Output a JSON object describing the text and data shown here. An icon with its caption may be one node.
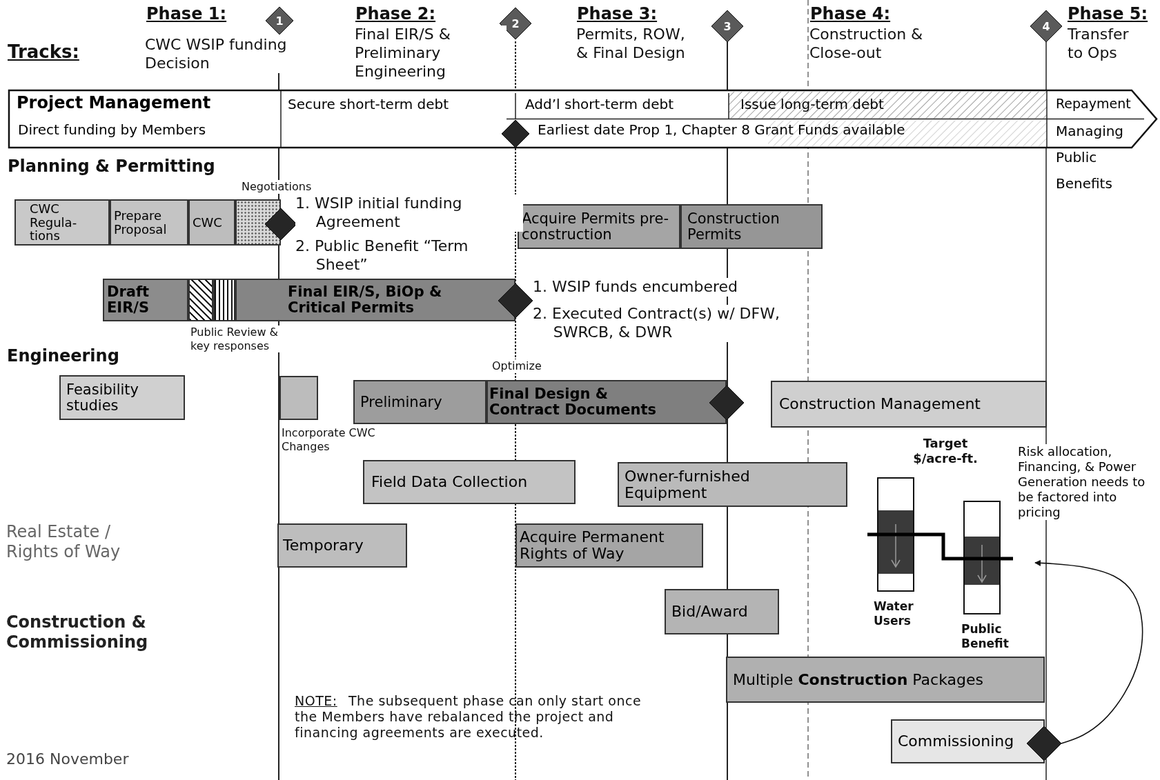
{
  "diagram": {
    "nodes": [
      {
        "text": [
          "1"
        ]
      },
      {
        "text": [
          "2"
        ]
      },
      {
        "text": [
          "3"
        ]
      },
      {
        "text": [
          "4"
        ]
      },
      {
        "text": [
          "Project Management",
          "Direct funding by Members",
          "Secure short-term debt",
          "Add’l short-term debt",
          "Issue long-term debt",
          "Earliest date Prop 1, Chapter 8 Grant Funds available",
          "Repayment",
          "Managing Public Benefits"
        ]
      },
      {
        "text": [],
        "shape": "diamond",
        "in": 4
      },
      {
        "text": [
          "CWC Regula-tions"
        ]
      },
      {
        "text": [
          "Prepare Proposal"
        ]
      },
      {
        "text": [
          "CWC"
        ]
      },
      {
        "text": [],
        "shape": "box"
      },
      {
        "text": [],
        "shape": "diamond"
      },
      {
        "text": [
          "Acquire Permits pre-construction"
        ]
      },
      {
        "text": [
          "Construction Permits"
        ]
      },
      {
        "text": [
          "Draft EIR/S"
        ]
      },
      {
        "text": [],
        "shape": "box"
      },
      {
        "text": [],
        "shape": "box"
      },
      {
        "text": [
          "Final EIR/S, BiOp & Critical Permits"
        ]
      },
      {
        "text": [],
        "shape": "diamond"
      },
      {
        "text": [
          "Feasibility studies"
        ]
      },
      {
        "text": [],
        "shape": "box"
      },
      {
        "text": [
          "Preliminary"
        ]
      },
      {
        "text": [
          "Final Design & Contract Documents"
        ]
      },
      {
        "text": [],
        "shape": "diamond"
      },
      {
        "text": [
          "Construction Management"
        ]
      },
      {
        "text": [
          "Field Data Collection"
        ]
      },
      {
        "text": [
          "Owner-furnished Equipment"
        ]
      },
      {
        "text": [
          "Risk allocation, Financing, & Power Generation needs to be factored into pricing"
        ]
      },
      {
        "text": [
          "Temporary"
        ]
      },
      {
        "text": [
          "Acquire Permanent Rights of Way"
        ]
      },
      {
        "text": [
          "Bid/Award"
        ]
      },
      {
        "text": [
          "Multiple **Construction** Packages"
        ]
      },
      {
        "text": [
          "Commissioning"
        ]
      },
      {
        "text": [],
        "shape": "diamond"
      }
    ],
    "edges": [
      {
        "from": 32,
        "to": 26,
        "arrow": "to"
      }
    ],
    "labels": [
      "Tracks:",
      "Phase 1:",
      "CWC WSIP funding Decision",
      "Phase 2:",
      "Final EIR/S & Preliminary Engineering",
      "Phase 3:",
      "Permits, ROW, & Final Design",
      "Phase 4:",
      "Construction & Close-out",
      "Phase 5:",
      "Transfer to Ops",
      "Planning & Permitting",
      "Negotiations",
      "1. WSIP initial funding Agreement",
      "2. Public Benefit “Term Sheet”",
      "1. WSIP funds encumbered",
      "2. Executed Contract(s) w/ DFW, SWRCB, & DWR",
      "Public Review & key responses",
      "Engineering",
      "Optimize",
      "Incorporate CWC Changes",
      "Target $/acre-ft.",
      "Real Estate / Rights of Way",
      "Water Users",
      "Public Benefit",
      "Construction & Commissioning",
      "NOTE:",
      "The subsequent phase can only start once the Members have rebalanced the project and financing agreements are executed.",
      "2016 November"
    ]
  }
}
